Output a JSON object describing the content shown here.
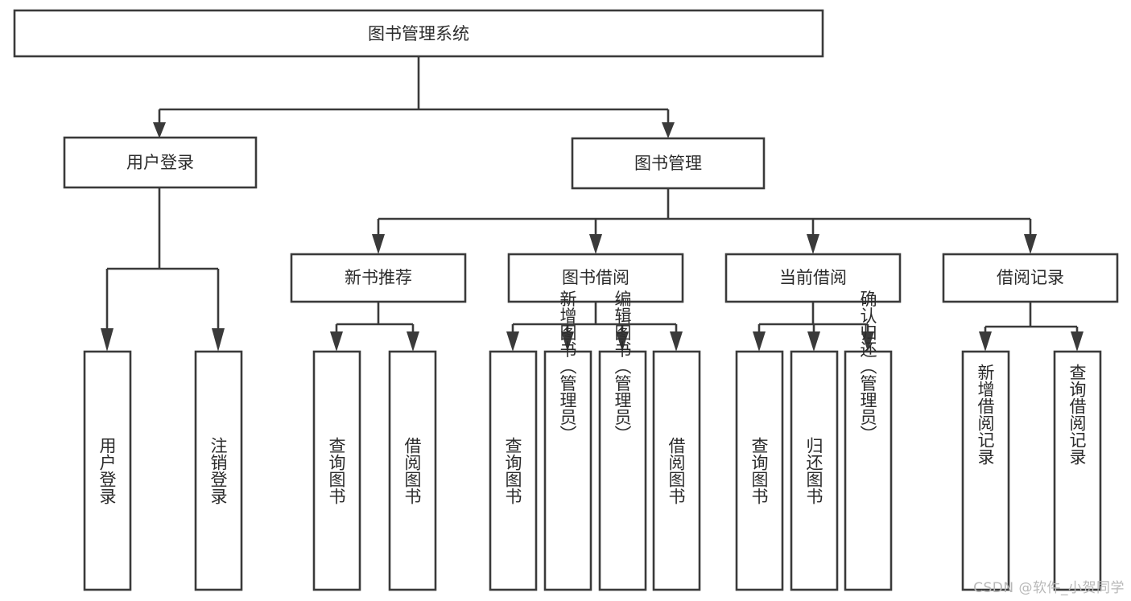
{
  "diagram": {
    "type": "tree",
    "title": "图书管理系统",
    "orientation": "top-down",
    "watermark": "CSDN @软件_小贺同学",
    "colors": {
      "box_stroke": "#3a3a3a",
      "box_fill": "#ffffff",
      "text": "#2b2b2b",
      "connector": "#3a3a3a",
      "watermark": "#b8b8b8",
      "background": "#ffffff"
    },
    "root": {
      "label": "图书管理系统"
    },
    "level2": [
      {
        "label": "用户登录"
      },
      {
        "label": "图书管理"
      }
    ],
    "level3": [
      {
        "label": "新书推荐"
      },
      {
        "label": "图书借阅"
      },
      {
        "label": "当前借阅"
      },
      {
        "label": "借阅记录"
      }
    ],
    "leaves": {
      "user_login": [
        {
          "label": "用户登录"
        },
        {
          "label": "注销登录"
        }
      ],
      "new_book_recommend": [
        {
          "label": "查询图书"
        },
        {
          "label": "借阅图书"
        }
      ],
      "book_borrow": [
        {
          "label": "查询图书"
        },
        {
          "label": "新增图书（管理员）"
        },
        {
          "label": "编辑图书（管理员）"
        },
        {
          "label": "借阅图书"
        }
      ],
      "current_borrow": [
        {
          "label": "查询图书"
        },
        {
          "label": "归还图书"
        },
        {
          "label": "确认归还（管理员）"
        }
      ],
      "borrow_record": [
        {
          "label": "新增借阅记录"
        },
        {
          "label": "查询借阅记录"
        }
      ]
    }
  }
}
